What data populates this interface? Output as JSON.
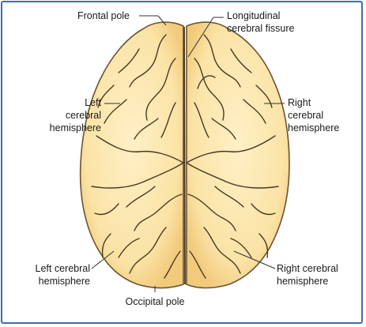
{
  "labels": {
    "frontal_pole": "Frontal pole",
    "longitudinal_fissure": [
      "Longitudinal",
      "cerebral fissure"
    ],
    "left_hemisphere_top": [
      "Left",
      "cerebral",
      "hemisphere"
    ],
    "right_hemisphere_top": [
      "Right",
      "cerebral",
      "hemisphere"
    ],
    "left_hemisphere_bottom": [
      "Left cerebral",
      "hemisphere"
    ],
    "right_hemisphere_bottom": [
      "Right cerebral",
      "hemisphere"
    ],
    "occipital_pole": "Occipital pole"
  },
  "colors": {
    "border": "#3d6fa8",
    "brain_fill": "#fde9b4",
    "brain_shadow": "#f2cf82",
    "outline": "#4a3a22",
    "leader_line": "#333333"
  }
}
